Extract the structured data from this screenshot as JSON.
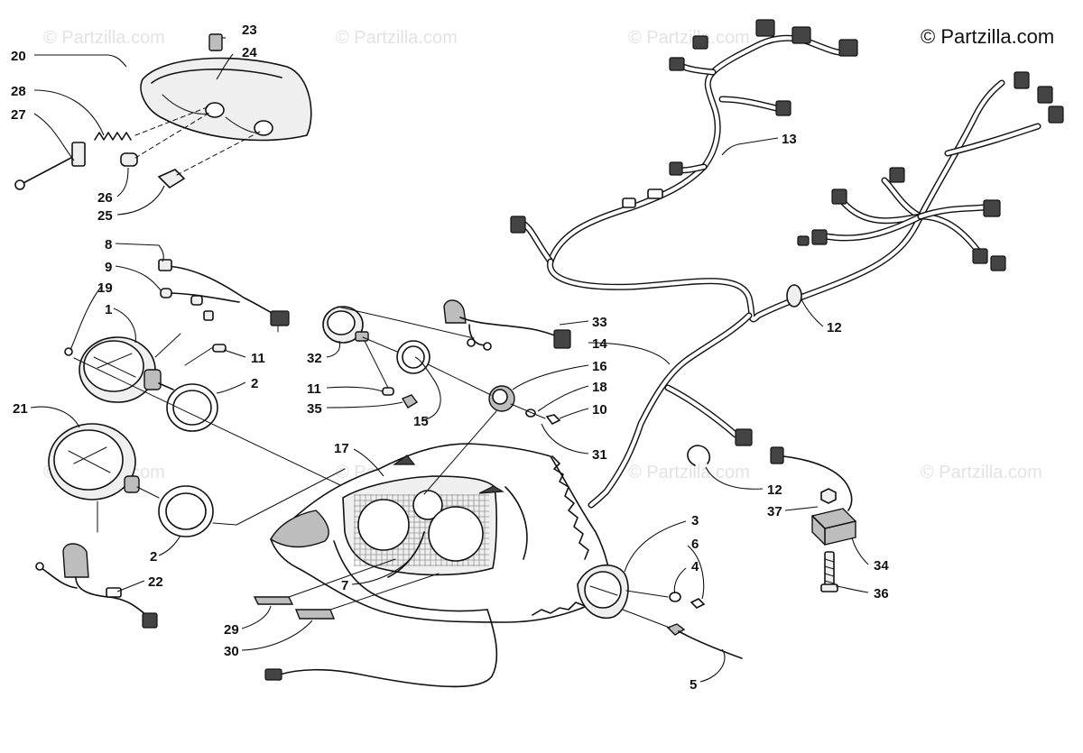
{
  "copyright": "© Partzilla.com",
  "watermark": "© Partzilla.com",
  "labels": [
    {
      "key": "20",
      "text": "20"
    },
    {
      "key": "23",
      "text": "23"
    },
    {
      "key": "24",
      "text": "24"
    },
    {
      "key": "28",
      "text": "28"
    },
    {
      "key": "27",
      "text": "27"
    },
    {
      "key": "26",
      "text": "26"
    },
    {
      "key": "25",
      "text": "25"
    },
    {
      "key": "8",
      "text": "8"
    },
    {
      "key": "9",
      "text": "9"
    },
    {
      "key": "19",
      "text": "19"
    },
    {
      "key": "1",
      "text": "1"
    },
    {
      "key": "11a",
      "text": "11"
    },
    {
      "key": "2a",
      "text": "2"
    },
    {
      "key": "21",
      "text": "21"
    },
    {
      "key": "2b",
      "text": "2"
    },
    {
      "key": "22",
      "text": "22"
    },
    {
      "key": "29",
      "text": "29"
    },
    {
      "key": "30",
      "text": "30"
    },
    {
      "key": "7",
      "text": "7"
    },
    {
      "key": "17",
      "text": "17"
    },
    {
      "key": "32",
      "text": "32"
    },
    {
      "key": "11b",
      "text": "11"
    },
    {
      "key": "35",
      "text": "35"
    },
    {
      "key": "15",
      "text": "15"
    },
    {
      "key": "33",
      "text": "33"
    },
    {
      "key": "14",
      "text": "14"
    },
    {
      "key": "16",
      "text": "16"
    },
    {
      "key": "18",
      "text": "18"
    },
    {
      "key": "10",
      "text": "10"
    },
    {
      "key": "31",
      "text": "31"
    },
    {
      "key": "13",
      "text": "13"
    },
    {
      "key": "12a",
      "text": "12"
    },
    {
      "key": "12b",
      "text": "12"
    },
    {
      "key": "37",
      "text": "37"
    },
    {
      "key": "34",
      "text": "34"
    },
    {
      "key": "36",
      "text": "36"
    },
    {
      "key": "3",
      "text": "3"
    },
    {
      "key": "6",
      "text": "6"
    },
    {
      "key": "4",
      "text": "4"
    },
    {
      "key": "5",
      "text": "5"
    }
  ]
}
